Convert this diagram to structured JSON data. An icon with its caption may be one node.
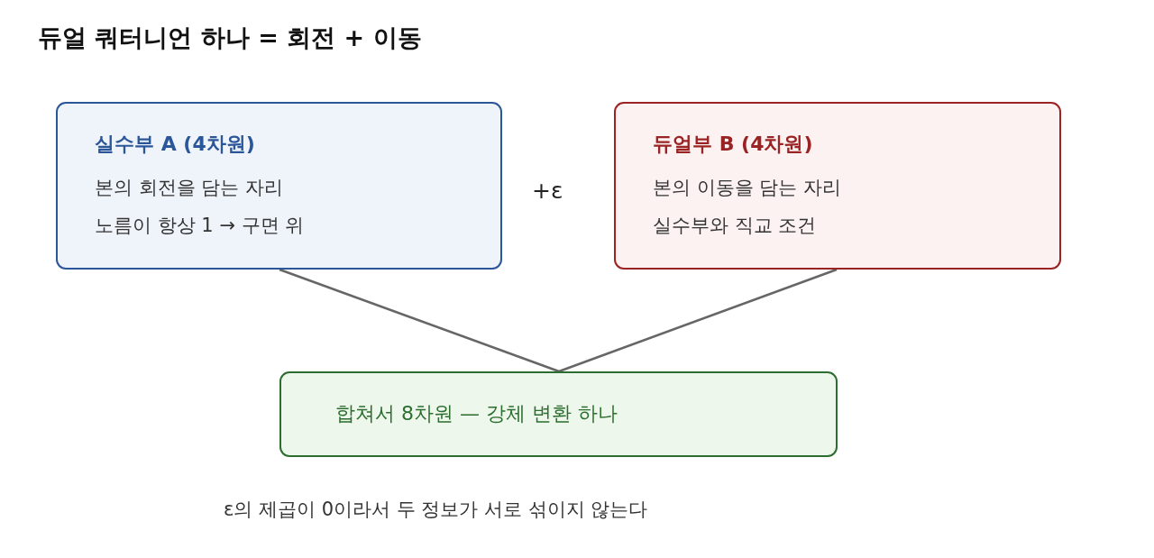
{
  "diagram": {
    "title": "듀얼 쿼터니언 하나 = 회전 + 이동",
    "nodes": [
      {
        "text": [
          "실수부 A (4차원)",
          "본의 회전을 담는 자리",
          "노름이 항상 1 → 구면 위"
        ]
      },
      {
        "text": [
          "듀얼부 B (4차원)",
          "본의 이동을 담는 자리",
          "실수부와 직교 조건"
        ]
      },
      {
        "text": [
          "합쳐서 8차원 — 강체 변환 하나"
        ]
      }
    ],
    "edges": [
      {
        "from": 0,
        "to": 2,
        "arrow": "none"
      },
      {
        "from": 1,
        "to": 2,
        "arrow": "none"
      }
    ],
    "labels": [
      "+ε",
      "ε의 제곱이 0이라서 두 정보가 서로 섞이지 않는다"
    ]
  }
}
